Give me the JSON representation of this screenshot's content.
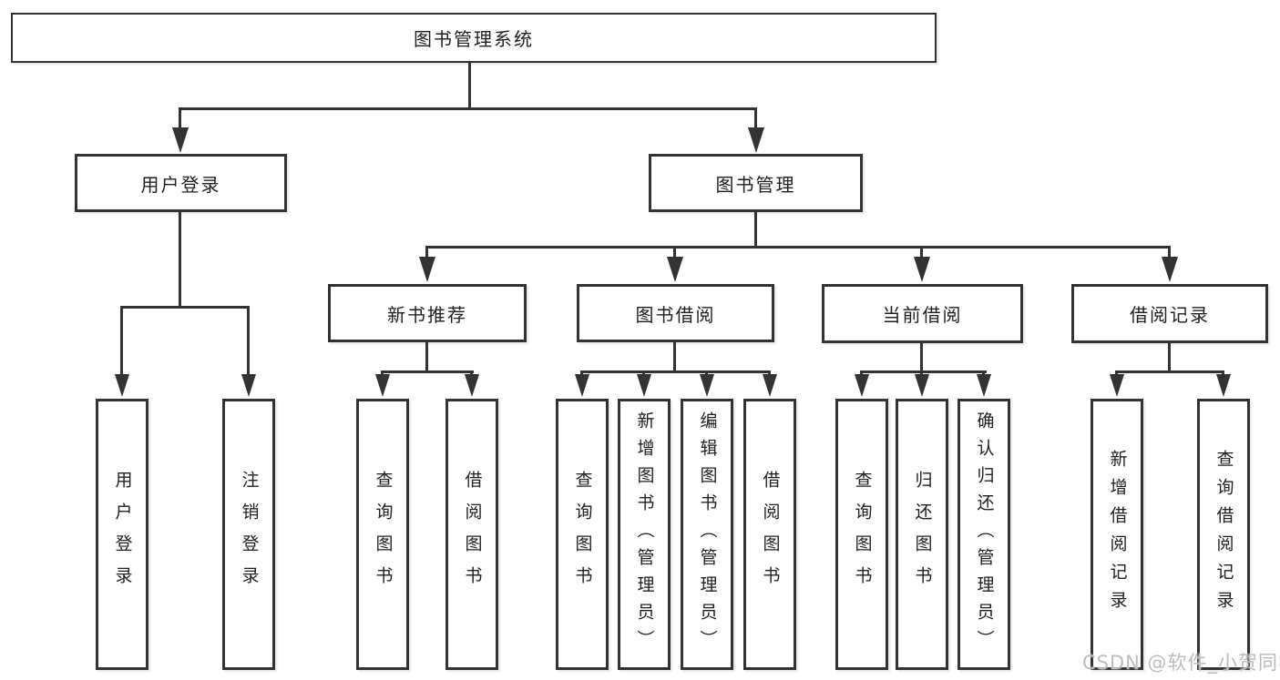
{
  "diagram": {
    "root": {
      "label": "图书管理系统"
    },
    "branches": {
      "user_login": {
        "label": "用户登录",
        "children": {
          "login": "用户登录",
          "logout": "注销登录"
        }
      },
      "book_management": {
        "label": "图书管理",
        "sections": {
          "new_book_recommendation": {
            "label": "新书推荐",
            "children": {
              "query_books": "查询图书",
              "borrow_books": "借阅图书"
            }
          },
          "book_borrowing": {
            "label": "图书借阅",
            "children": {
              "query_books": "查询图书",
              "add_books_admin": "新增图书（管理员）",
              "edit_books_admin": "编辑图书（管理员）",
              "borrow_books": "借阅图书"
            }
          },
          "current_borrowing": {
            "label": "当前借阅",
            "children": {
              "query_books": "查询图书",
              "return_books": "归还图书",
              "confirm_return_admin": "确认归还（管理员）"
            }
          },
          "borrowing_records": {
            "label": "借阅记录",
            "children": {
              "add_borrow_record": "新增借阅记录",
              "query_borrow_record": "查询借阅记录"
            }
          }
        }
      }
    }
  },
  "watermark": {
    "text": "CSDN @软件_小贺同学"
  },
  "colors": {
    "line": "#333333",
    "border": "#333333",
    "box_fill": "#ffffff",
    "text": "#1f1f1f",
    "background": "#ffffff",
    "watermark": "#bdbdbd"
  }
}
